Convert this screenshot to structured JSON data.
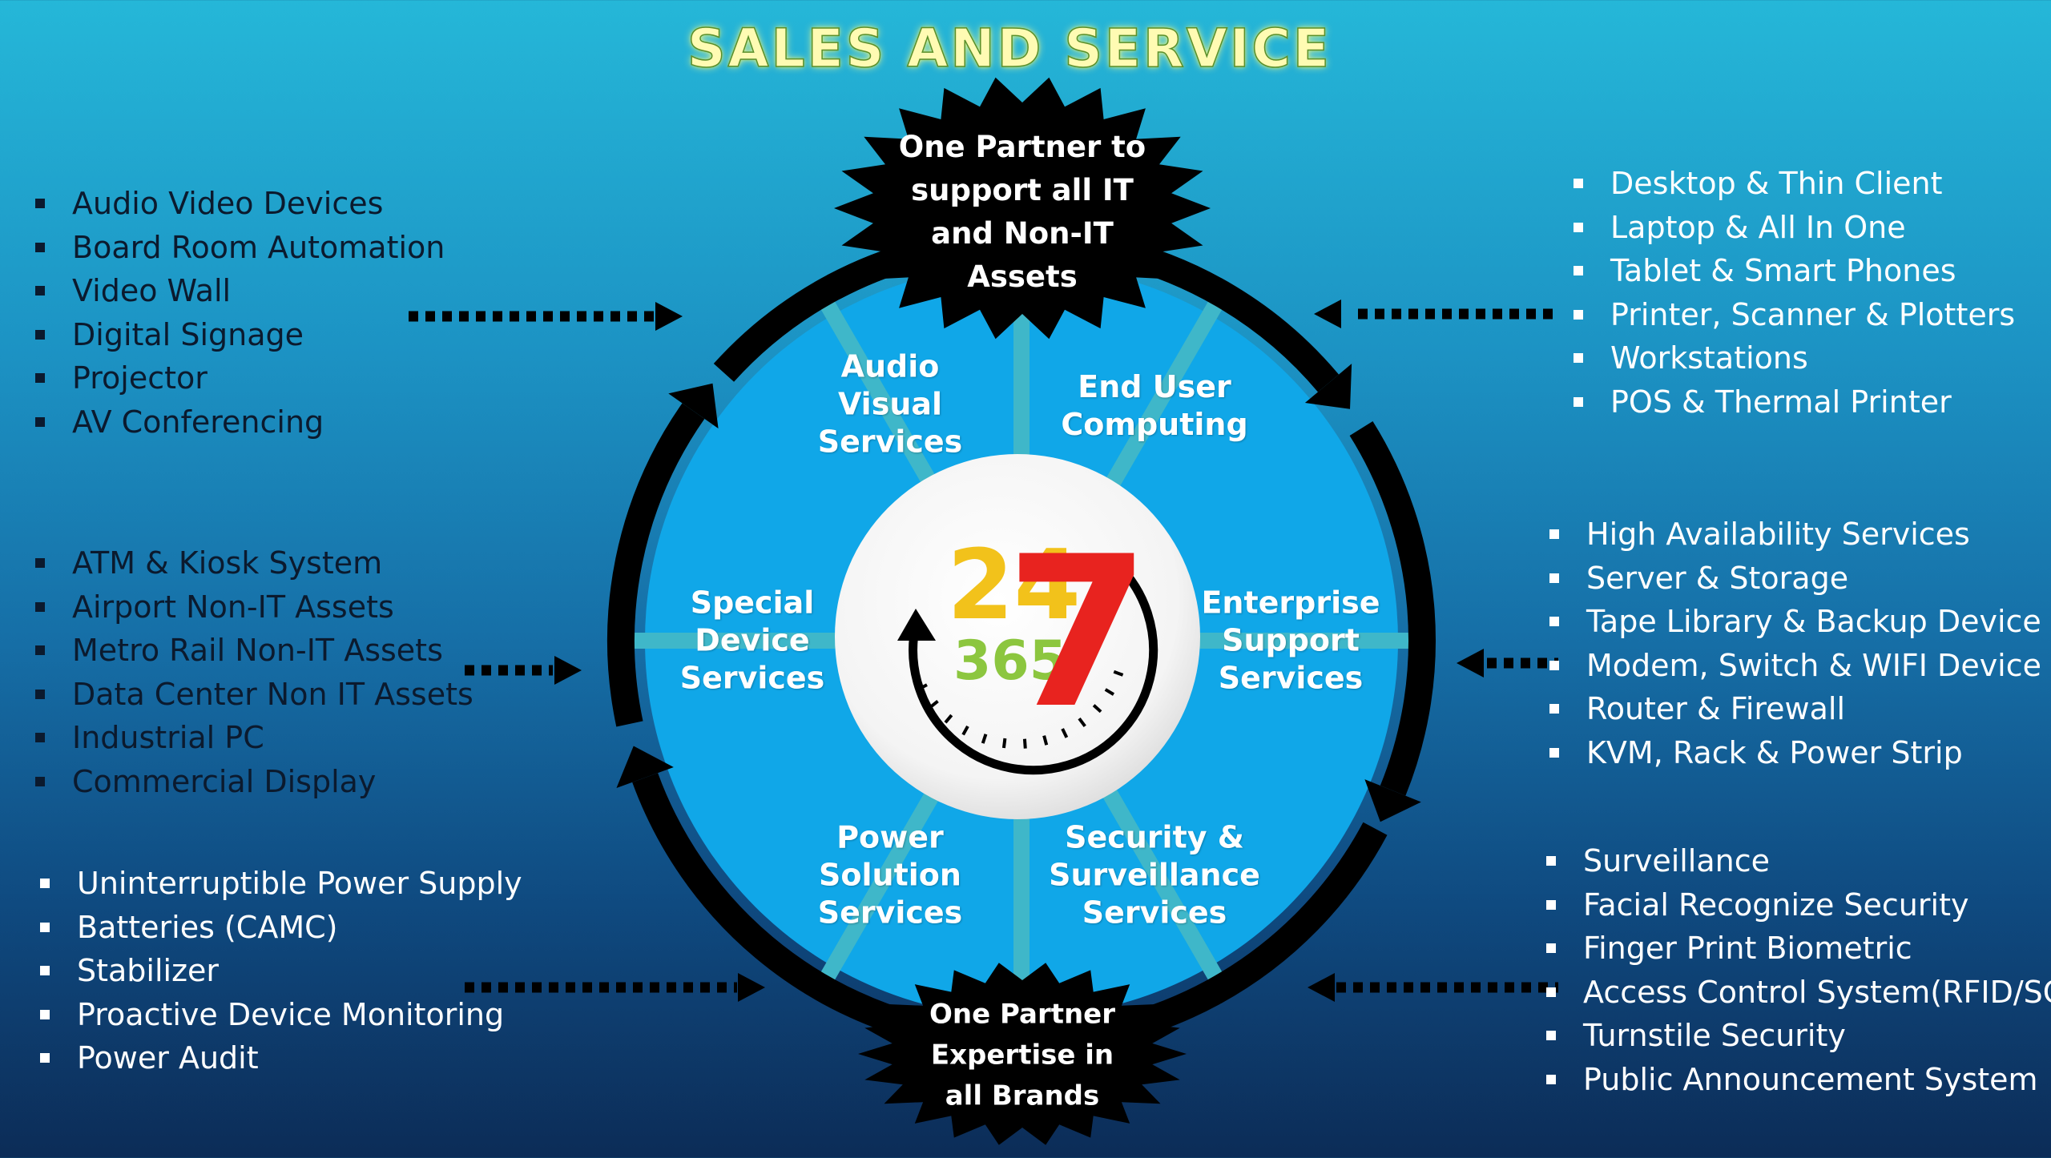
{
  "title": "SALES AND SERVICE",
  "top_burst": {
    "lines": [
      "One Partner to",
      "support all IT",
      "and Non-IT",
      "Assets"
    ]
  },
  "bottom_burst": {
    "lines": [
      "One Partner",
      "Expertise in",
      "all Brands"
    ]
  },
  "logo": {
    "big": "24",
    "seven": "7",
    "small": "365"
  },
  "segments": [
    {
      "lines": [
        "Audio",
        "Visual",
        "Services"
      ]
    },
    {
      "lines": [
        "End User",
        "Computing"
      ]
    },
    {
      "lines": [
        "Enterprise",
        "Support",
        "Services"
      ]
    },
    {
      "lines": [
        "Security &",
        "Surveillance",
        "Services"
      ]
    },
    {
      "lines": [
        "Power",
        "Solution",
        "Services"
      ]
    },
    {
      "lines": [
        "Special",
        "Device",
        "Services"
      ]
    }
  ],
  "lists": {
    "av": [
      "Audio Video Devices",
      "Board Room Automation",
      "Video Wall",
      "Digital Signage",
      "Projector",
      "AV Conferencing"
    ],
    "special": [
      "ATM & Kiosk System",
      "Airport Non-IT Assets",
      "Metro Rail Non-IT Assets",
      "Data Center Non IT Assets",
      "Industrial PC",
      "Commercial Display"
    ],
    "power": [
      "Uninterruptible Power Supply",
      "Batteries (CAMC)",
      "Stabilizer",
      "Proactive Device Monitoring",
      "Power Audit"
    ],
    "euc": [
      "Desktop & Thin Client",
      "Laptop & All In One",
      "Tablet & Smart Phones",
      "Printer, Scanner & Plotters",
      "Workstations",
      "POS & Thermal Printer"
    ],
    "enterprise": [
      "High Availability Services",
      "Server & Storage",
      "Tape Library & Backup Device",
      "Modem, Switch & WIFI Device",
      "Router & Firewall",
      "KVM, Rack & Power Strip"
    ],
    "security": [
      "Surveillance",
      "Facial Recognize Security",
      "Finger Print Biometric",
      "Access Control System(RFID/SC)",
      "Turnstile Security",
      "Public Announcement System"
    ]
  },
  "colors": {
    "segment_fill": "#10a7e8",
    "divider": "#3fb7c9",
    "ring": "#000000",
    "title": "#fffbb3",
    "logo_yellow": "#f2c21b",
    "logo_green": "#8cc63f",
    "logo_red": "#e8231f"
  }
}
